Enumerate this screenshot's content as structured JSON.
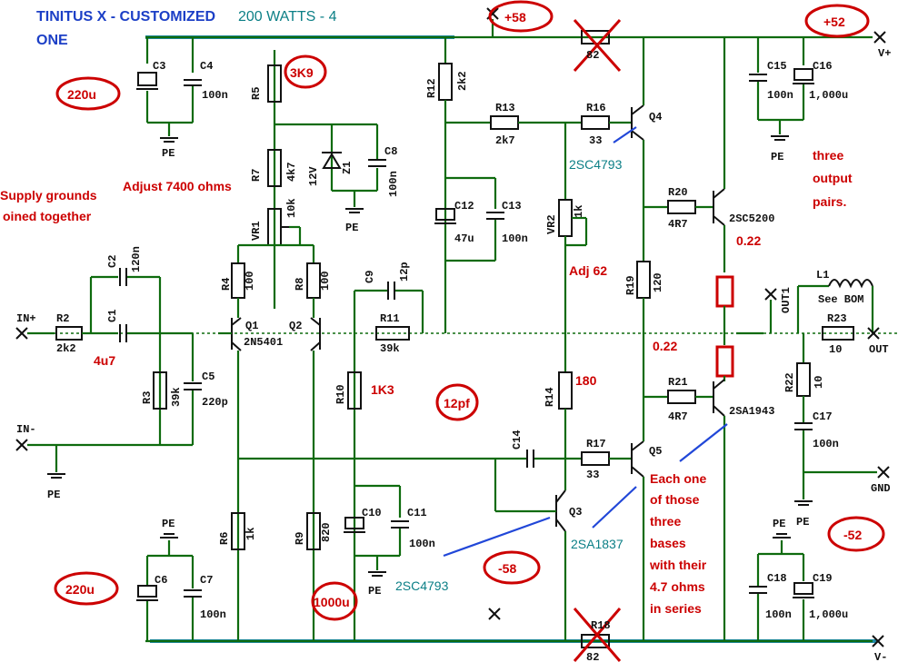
{
  "title": {
    "line1": "TINITUS X - CUSTOMIZED",
    "line2": "ONE",
    "watts": "200 WATTS - 4"
  },
  "notes": {
    "vplus58": "+58",
    "vplus52": "+52",
    "vminus52": "-52",
    "vminus58": "-58",
    "cap220_top": "220u",
    "cap220_bot": "220u",
    "cap1000": "1000u",
    "r3k9": "3K9",
    "adjust": "Adjust 7400 ohms",
    "grounds1": "Supply grounds",
    "grounds2": "oined together",
    "c4u7": "4u7",
    "r1k3": "1K3",
    "c12pf": "12pf",
    "r180": "180",
    "adj62": "Adj 62",
    "r022a": "0.22",
    "r022b": "0.22",
    "three1": "three",
    "three2": "output",
    "three3": "pairs.",
    "each": [
      "Each one",
      "of those",
      "three",
      "bases",
      "with their",
      "4.7 ohms",
      "in series"
    ]
  },
  "transistors": {
    "q4": "2SC4793",
    "q5": "2SA1837",
    "q3": "2SC4793",
    "top_out": "2SC5200",
    "bot_out": "2SA1943",
    "diff": "2N5401"
  },
  "components": {
    "c3": "C3",
    "c4": "C4",
    "c4v": "100n",
    "r5": "R5",
    "r7": "R7",
    "r7v": "4k7",
    "z1": "Z1",
    "z1v": "12V",
    "c8": "C8",
    "c8v": "100n",
    "vr1": "VR1",
    "vr1v": "10k",
    "r12": "R12",
    "r12v": "2k2",
    "r13": "R13",
    "r13v": "2k7",
    "r16": "R16",
    "r16v": "33",
    "q4": "Q4",
    "c12": "C12",
    "c12v": "47u",
    "c13": "C13",
    "c13v": "100n",
    "vr2": "VR2",
    "vr2v": "1k",
    "r20": "R20",
    "r20v": "4R7",
    "c15": "C15",
    "c15v": "100n",
    "c16": "C16",
    "c16v": "1,000u",
    "c2": "C2",
    "c2v": "120n",
    "c1": "C1",
    "r2": "R2",
    "r2v": "2k2",
    "r4": "R4",
    "r4v": "100",
    "r8": "R8",
    "r8v": "100",
    "c9": "C9",
    "c9v": "12p",
    "q1": "Q1",
    "q2": "Q2",
    "r11": "R11",
    "r11v": "39k",
    "r19": "R19",
    "r19v": "120",
    "l1": "L1",
    "l1v": "See BOM",
    "out1": "OUT1",
    "r23": "R23",
    "r23v": "10",
    "r3": "R3",
    "r3v": "39k",
    "c5": "C5",
    "c5v": "220p",
    "r10": "R10",
    "r14": "R14",
    "r21": "R21",
    "r21v": "4R7",
    "r22": "R22",
    "r22v": "10",
    "c17": "C17",
    "c17v": "100n",
    "c14": "C14",
    "r17": "R17",
    "r17v": "33",
    "q5": "Q5",
    "q3": "Q3",
    "r6": "R6",
    "r6v": "1k",
    "r9": "R9",
    "r9v": "820",
    "c10": "C10",
    "c11": "C11",
    "c11v": "100n",
    "c6": "C6",
    "c7": "C7",
    "c7v": "100n",
    "c18": "C18",
    "c18v": "100n",
    "c19": "C19",
    "c19v": "1,000u",
    "r82a": "82",
    "r82b": "82",
    "r18": "R18"
  },
  "terminals": {
    "in_plus": "IN+",
    "in_minus": "IN-",
    "out": "OUT",
    "gnd": "GND",
    "v_plus": "V+",
    "v_minus": "V-",
    "pe": "PE"
  }
}
